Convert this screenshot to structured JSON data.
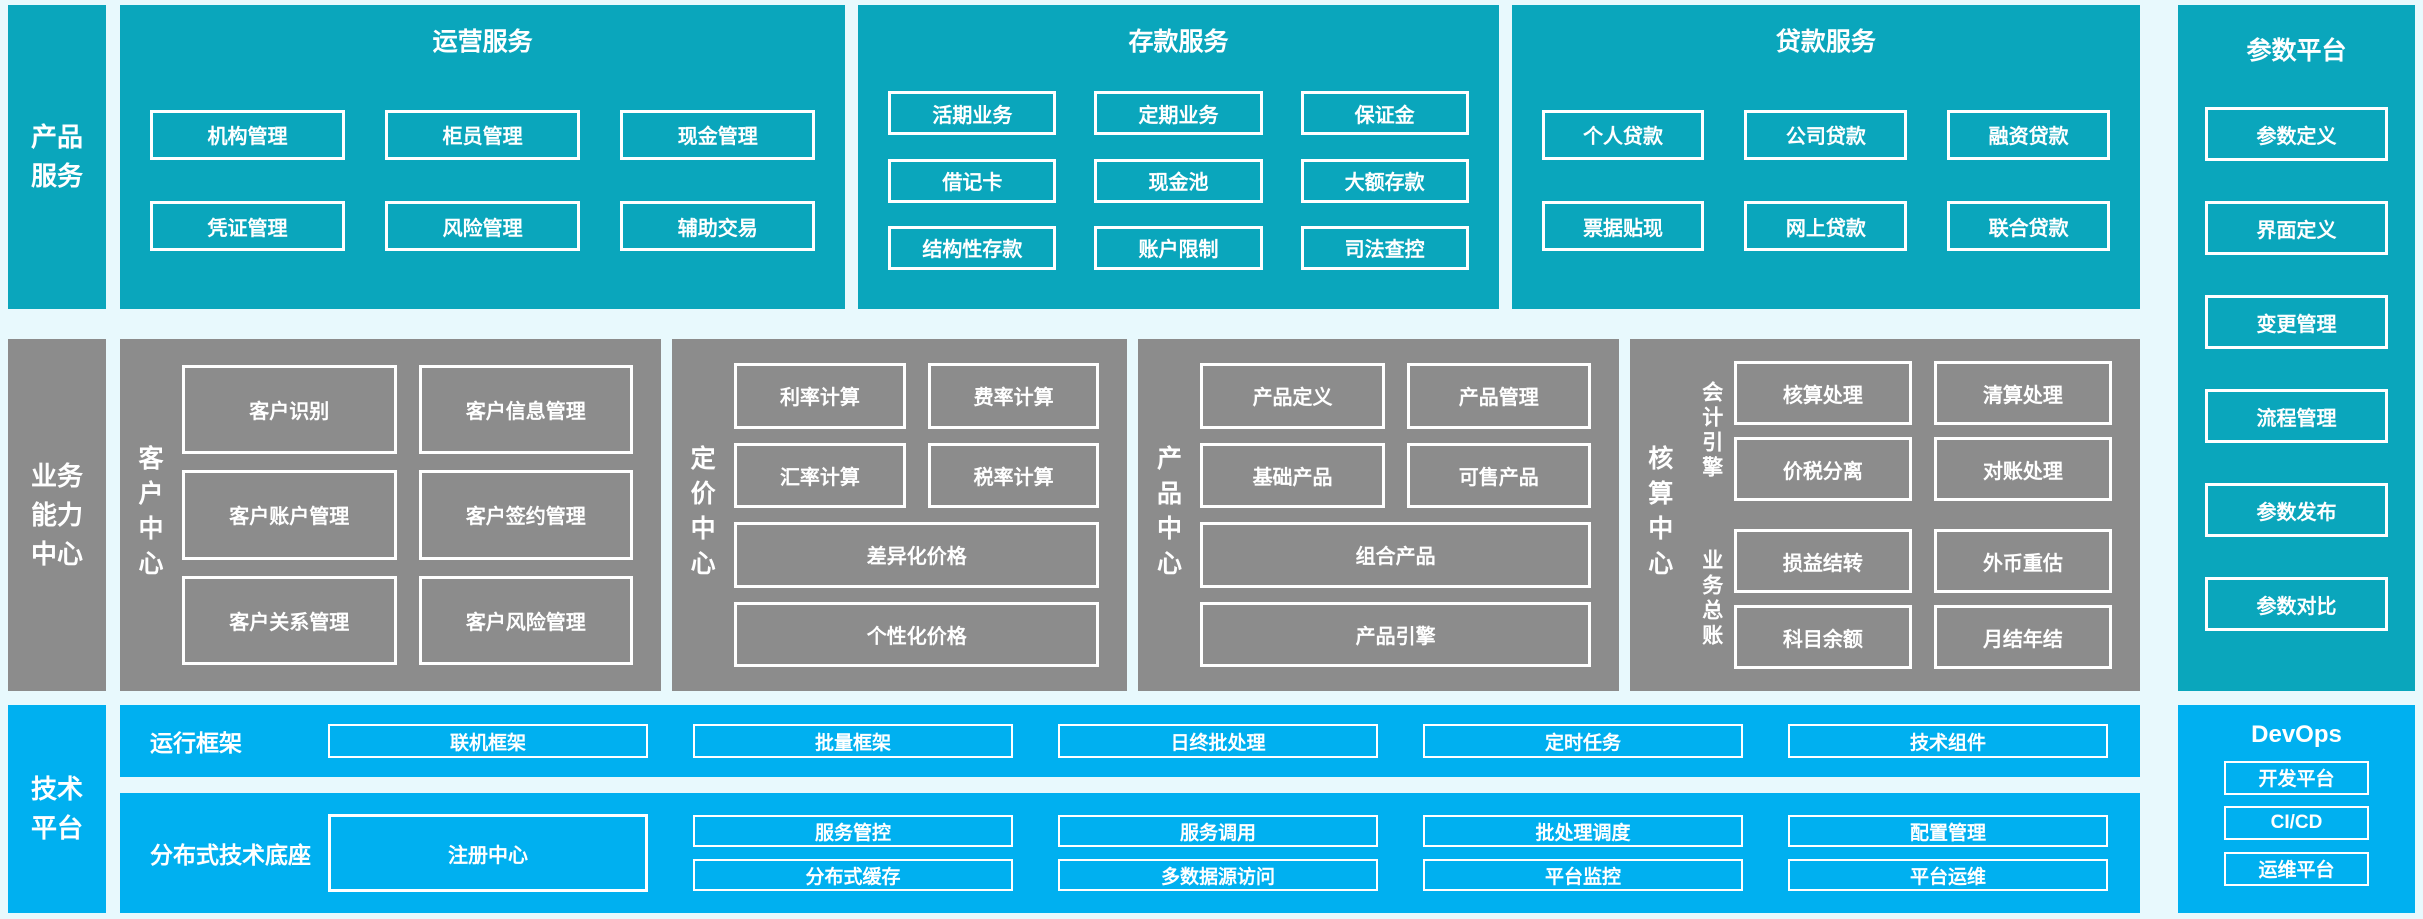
{
  "colors": {
    "teal": "#0AA6BC",
    "gray": "#8C8C8C",
    "blue": "#00B0F0",
    "background": "#E8F9FD",
    "box_border": "#FFFFFF",
    "text": "#FFFFFF"
  },
  "side_labels": {
    "products": "产品\n服务",
    "business": "业务\n能力\n中心",
    "tech": "技术\n平台"
  },
  "operations": {
    "title": "运营服务",
    "items": [
      "机构管理",
      "柜员管理",
      "现金管理",
      "凭证管理",
      "风险管理",
      "辅助交易"
    ]
  },
  "deposits": {
    "title": "存款服务",
    "items": [
      "活期业务",
      "定期业务",
      "保证金",
      "借记卡",
      "现金池",
      "大额存款",
      "结构性存款",
      "账户限制",
      "司法查控"
    ]
  },
  "loans": {
    "title": "贷款服务",
    "items": [
      "个人贷款",
      "公司贷款",
      "融资贷款",
      "票据贴现",
      "网上贷款",
      "联合贷款"
    ]
  },
  "parameter_platform": {
    "title": "参数平台",
    "items": [
      "参数定义",
      "界面定义",
      "变更管理",
      "流程管理",
      "参数发布",
      "参数对比"
    ]
  },
  "customer_center": {
    "label": "客户中心",
    "items": [
      "客户识别",
      "客户信息管理",
      "客户账户管理",
      "客户签约管理",
      "客户关系管理",
      "客户风险管理"
    ]
  },
  "pricing_center": {
    "label": "定价中心",
    "items": [
      "利率计算",
      "费率计算",
      "汇率计算",
      "税率计算"
    ],
    "wide_items": [
      "差异化价格",
      "个性化价格"
    ]
  },
  "product_center": {
    "label": "产品中心",
    "items": [
      "产品定义",
      "产品管理",
      "基础产品",
      "可售产品"
    ],
    "wide_items": [
      "组合产品",
      "产品引擎"
    ]
  },
  "accounting_center": {
    "label": "核算中心",
    "groups": [
      {
        "label": "会计引擎",
        "items": [
          "核算处理",
          "清算处理",
          "价税分离",
          "对账处理"
        ]
      },
      {
        "label": "业务总账",
        "items": [
          "损益结转",
          "外币重估",
          "科目余额",
          "月结年结"
        ]
      }
    ]
  },
  "runtime_framework": {
    "label": "运行框架",
    "items": [
      "联机框架",
      "批量框架",
      "日终批处理",
      "定时任务",
      "技术组件"
    ]
  },
  "distributed_base": {
    "label": "分布式技术底座",
    "registry": "注册中心",
    "items": [
      "服务管控",
      "服务调用",
      "批处理调度",
      "配置管理",
      "分布式缓存",
      "多数据源访问",
      "平台监控",
      "平台运维"
    ]
  },
  "devops": {
    "title": "DevOps",
    "items": [
      "开发平台",
      "CI/CD",
      "运维平台"
    ]
  }
}
